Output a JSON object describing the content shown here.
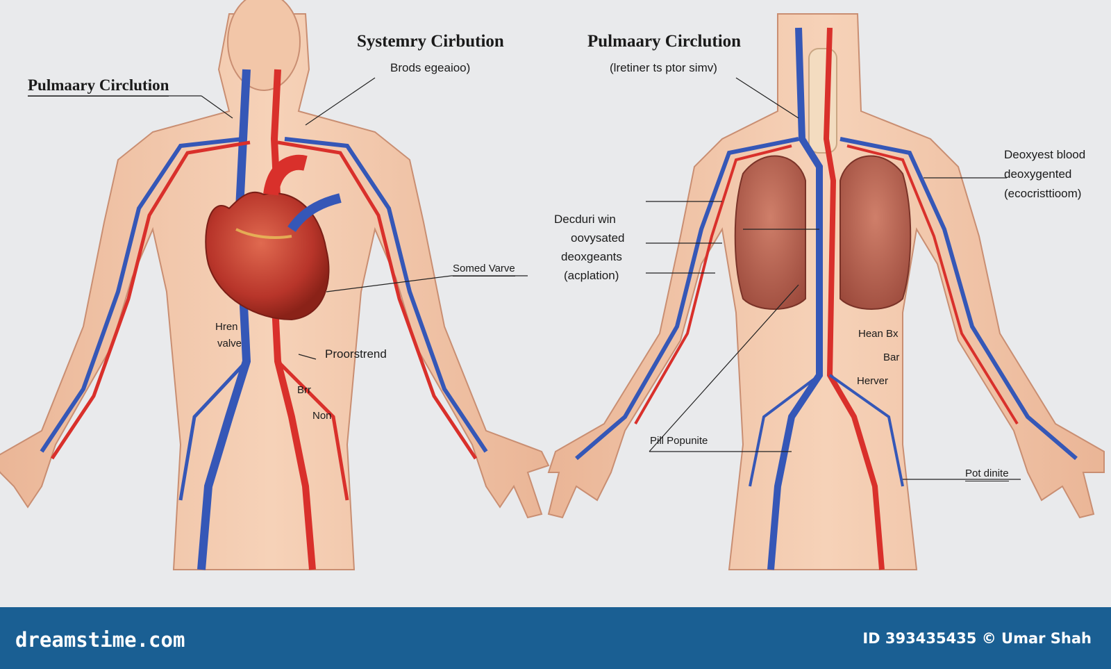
{
  "left_panel": {
    "title_top": "Systemry Cirbution",
    "subtitle_top": "Brods egeaioo)",
    "title_left": "Pulmaary Circlution",
    "label_somed": "Somed Varve",
    "label_hren": "Hren",
    "label_valve": "valve",
    "label_proorstrend": "Proorstrend",
    "label_brr": "Brr",
    "label_non": "Non"
  },
  "right_panel": {
    "title": "Pulmaary Circlution",
    "subtitle": "(lretiner ts ptor simv)",
    "label_deoxyest": "Deoxyest blood",
    "label_deoxygented": "deoxygented",
    "label_ecocristtioom": "(ecocristtioom)",
    "label_decduri": "Decduri win",
    "label_oovysated": "oovysated",
    "label_deoxgeants": "deoxgeants",
    "label_acplation": "(acplation)",
    "label_hean_bx": "Hean Bx",
    "label_bar": "Bar",
    "label_herver": "Herver",
    "label_pill": "Pill Popunite",
    "label_pot": "Pot dinite"
  },
  "footer": {
    "brand": "dreamstime.com",
    "credit": "ID 393435435 © Umar Shah"
  },
  "colors": {
    "artery": "#d9302b",
    "vein": "#3557b7",
    "skin": "#f2c6a8",
    "footer_bg": "#1a5f93"
  }
}
